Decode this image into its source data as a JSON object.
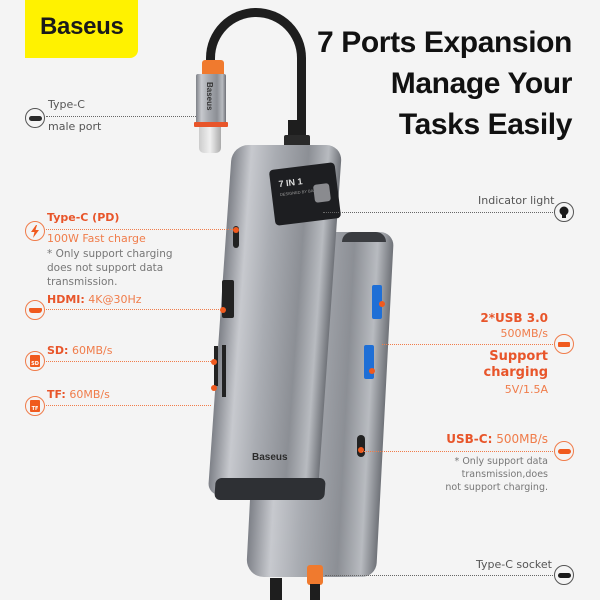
{
  "brand": {
    "logo_text": "Baseus",
    "logo_bg": "#fff200",
    "device_logo": "Baseus",
    "connector_logo": "Baseus"
  },
  "headline": {
    "line1": "7 Ports Expansion",
    "line2": "Manage Your",
    "line3": "Tasks Easily"
  },
  "device_screen": {
    "title": "7 IN 1",
    "subtitle": "DESIGNED BY BASEUS"
  },
  "callouts": {
    "type_c_male": {
      "line1": "Type-C",
      "line2": "male port",
      "icon": "usb-c-icon"
    },
    "type_c_pd": {
      "title": "Type-C (PD)",
      "subtitle": "100W Fast charge",
      "note1": "* Only support charging",
      "note2": "does not support data",
      "note3": "transmission.",
      "icon": "lightning-icon"
    },
    "hdmi": {
      "title": "HDMI:",
      "value": "4K@30Hz",
      "icon": "hdmi-icon"
    },
    "sd": {
      "title": "SD:",
      "value": "60MB/s",
      "icon": "sd-card-icon",
      "icon_text": "SD"
    },
    "tf": {
      "title": "TF:",
      "value": "60MB/s",
      "icon": "tf-card-icon",
      "icon_text": "TF"
    },
    "indicator": {
      "label": "Indicator light",
      "icon": "lightbulb-icon"
    },
    "usb3": {
      "title": "2*USB 3.0",
      "speed": "500MB/s",
      "support1": "Support",
      "support2": "charging",
      "power": "5V/1.5A",
      "icon": "usb-a-icon"
    },
    "usb_c": {
      "title": "USB-C:",
      "value": "500MB/s",
      "note1": "* Only support data",
      "note2": "transmission,does",
      "note3": "not support charging.",
      "icon": "usb-c-icon"
    },
    "type_c_socket": {
      "label": "Type-C socket",
      "icon": "usb-c-icon"
    }
  },
  "colors": {
    "accent_orange": "#e8552a",
    "light_orange": "#f07c4a",
    "background": "#f4f4f4",
    "text_dark": "#111111",
    "text_gray": "#555555"
  }
}
